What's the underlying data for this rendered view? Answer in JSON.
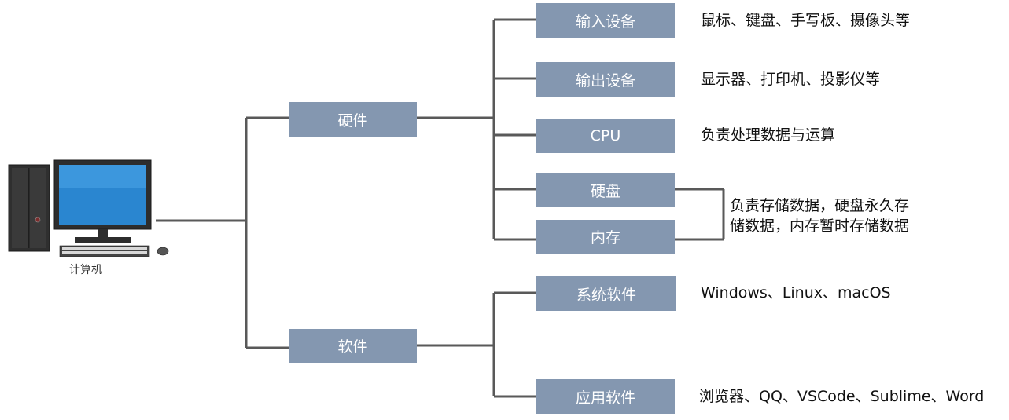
{
  "computer": {
    "label": "计算机",
    "icon": "desktop-computer-icon"
  },
  "hardware": {
    "label": "硬件",
    "children": [
      {
        "label": "输入设备",
        "description": "鼠标、键盘、手写板、摄像头等"
      },
      {
        "label": "输出设备",
        "description": "显示器、打印机、投影仪等"
      },
      {
        "label": "CPU",
        "description": "负责处理数据与运算"
      },
      {
        "label": "硬盘"
      },
      {
        "label": "内存"
      }
    ],
    "storage_description": {
      "line1": "负责存储数据，硬盘永久存",
      "line2": "储数据，内存暂时存储数据"
    }
  },
  "software": {
    "label": "软件",
    "children": [
      {
        "label": "系统软件",
        "description": "Windows、Linux、macOS"
      },
      {
        "label": "应用软件",
        "description": "浏览器、QQ、VSCode、Sublime、Word"
      }
    ]
  },
  "colors": {
    "node_fill": "#8497b0",
    "node_text": "#ffffff",
    "connector": "#595959"
  }
}
